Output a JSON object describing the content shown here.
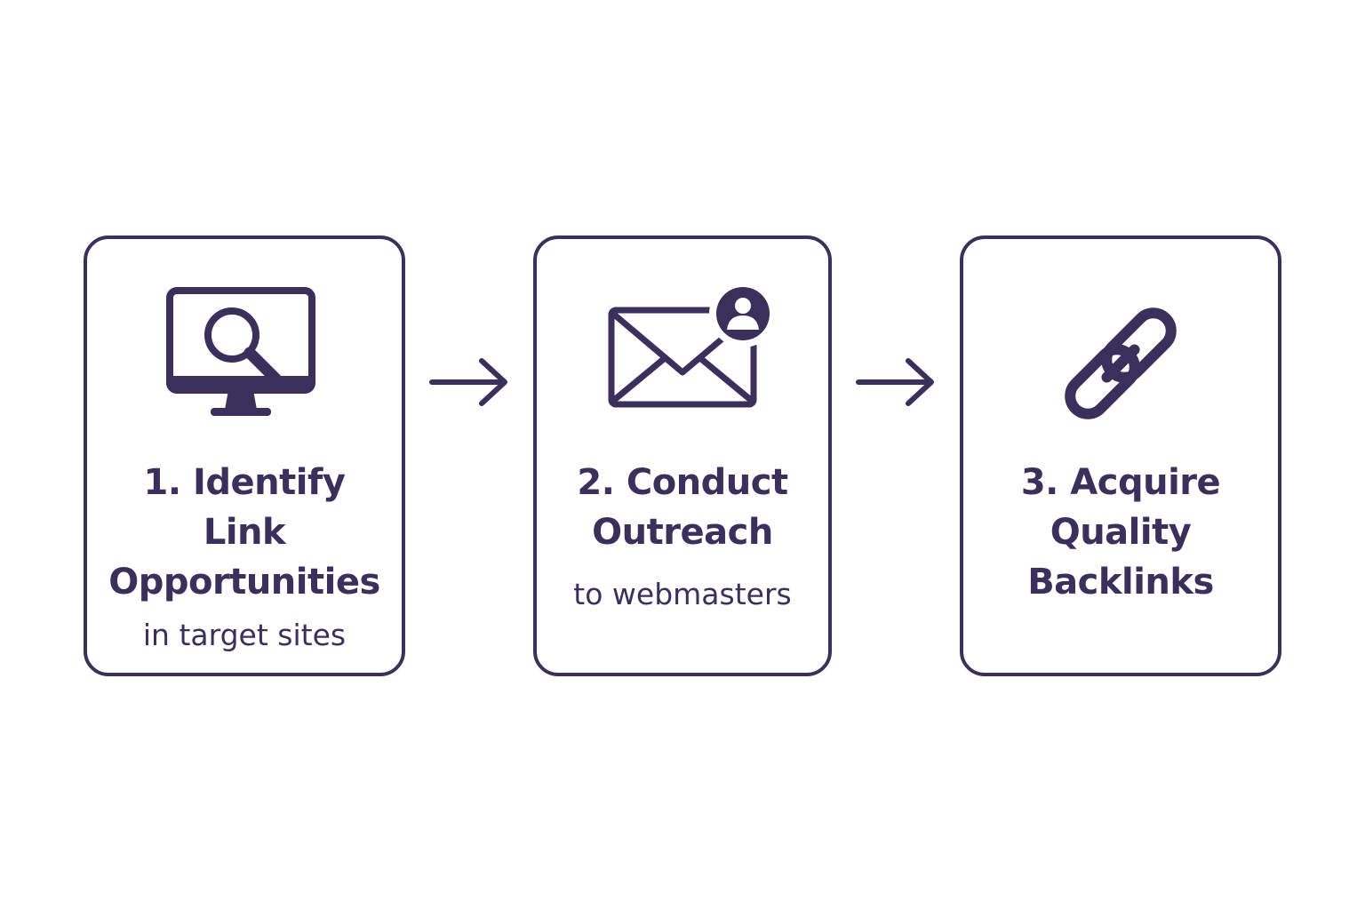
{
  "colors": {
    "ink": "#3b2f5c",
    "background": "#ffffff"
  },
  "steps": [
    {
      "icon": "monitor-search-icon",
      "title_lines": [
        "1. Identify",
        "Link",
        "Opportunities"
      ],
      "subtitle": "in target sites"
    },
    {
      "icon": "envelope-user-icon",
      "title_lines": [
        "2. Conduct",
        "Outreach"
      ],
      "subtitle": "to webmasters"
    },
    {
      "icon": "chain-link-icon",
      "title_lines": [
        "3. Acquire",
        "Quality",
        "Backlinks"
      ],
      "subtitle": ""
    }
  ],
  "connectors": [
    "arrow-right-icon",
    "arrow-right-icon"
  ]
}
